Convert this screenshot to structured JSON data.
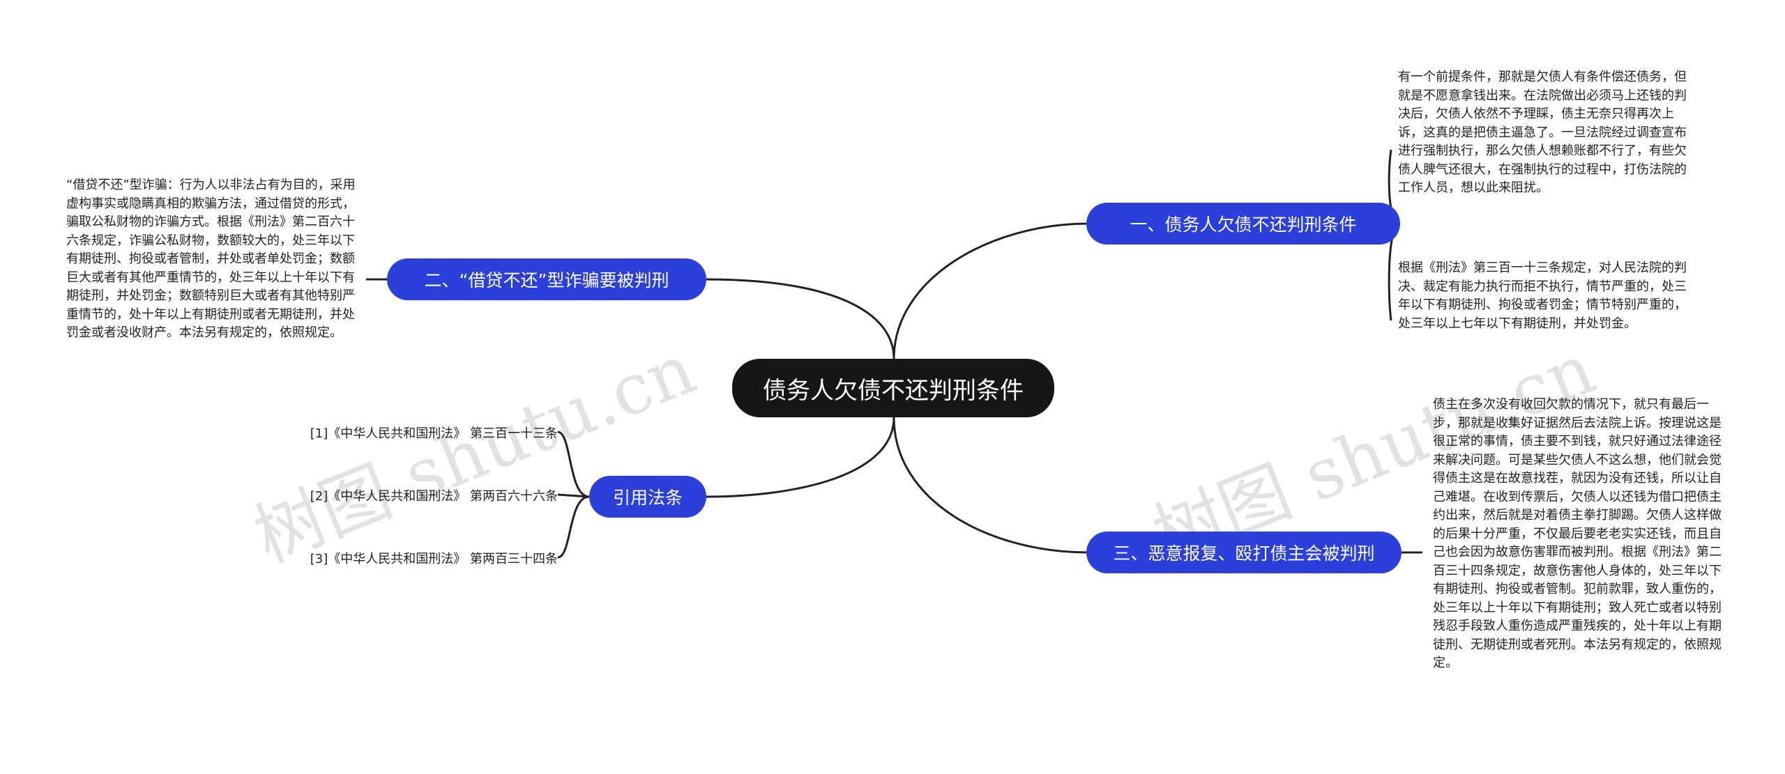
{
  "central": {
    "label": "债务人欠债不还判刑条件"
  },
  "branches": [
    {
      "label": "一、债务人欠债不还判刑条件"
    },
    {
      "label": "二、“借贷不还”型诈骗要被判刑"
    },
    {
      "label": "引用法条"
    },
    {
      "label": "三、恶意报复、殴打债主会被判刑"
    }
  ],
  "leaves": {
    "b1_a": "有一个前提条件，那就是欠债人有条件偿还债务，但就是不愿意拿钱出来。在法院做出必须马上还钱的判决后，欠债人依然不予理睬，债主无奈只得再次上诉，这真的是把债主逼急了。一旦法院经过调查宣布进行强制执行，那么欠债人想赖账都不行了，有些欠债人脾气还很大，在强制执行的过程中，打伤法院的工作人员，想以此来阻扰。",
    "b1_b": "根据《刑法》第三百一十三条规定，对人民法院的判决、裁定有能力执行而拒不执行，情节严重的，处三年以下有期徒刑、拘役或者罚金；情节特别严重的，处三年以上七年以下有期徒刑，并处罚金。",
    "b2": "“借贷不还”型诈骗：行为人以非法占有为目的，采用虚构事实或隐瞒真相的欺骗方法，通过借贷的形式，骗取公私财物的诈骗方式。根据《刑法》第二百六十六条规定，诈骗公私财物，数额较大的，处三年以下有期徒刑、拘役或者管制，并处或者单处罚金；数额巨大或者有其他严重情节的，处三年以上十年以下有期徒刑，并处罚金；数额特别巨大或者有其他特别严重情节的，处十年以上有期徒刑或者无期徒刑，并处罚金或者没收财产。本法另有规定的，依照规定。",
    "b4": "债主在多次没有收回欠款的情况下，就只有最后一步，那就是收集好证据然后去法院上诉。按理说这是很正常的事情，债主要不到钱，就只好通过法律途径来解决问题。可是某些欠债人不这么想，他们就会觉得债主这是在故意找茬，就因为没有还钱，所以让自己难堪。在收到传票后，欠债人以还钱为借口把债主约出来，然后就是对着债主拳打脚踢。欠债人这样做的后果十分严重，不仅最后要老老实实还钱，而且自己也会因为故意伤害罪而被判刑。根据《刑法》第二百三十四条规定，故意伤害他人身体的，处三年以下有期徒刑、拘役或者管制。犯前款罪，致人重伤的，处三年以上十年以下有期徒刑；致人死亡或者以特别残忍手段致人重伤造成严重残疾的，处十年以上有期徒刑、无期徒刑或者死刑。本法另有规定的，依照规定。"
  },
  "citations": [
    "[1]《中华人民共和国刑法》 第三百一十三条",
    "[2]《中华人民共和国刑法》 第两百六十六条",
    "[3]《中华人民共和国刑法》 第两百三十四条"
  ],
  "watermark": "树图 shutu.cn",
  "colors": {
    "branch": "#2b40db",
    "central": "#161616",
    "line": "#222222"
  }
}
